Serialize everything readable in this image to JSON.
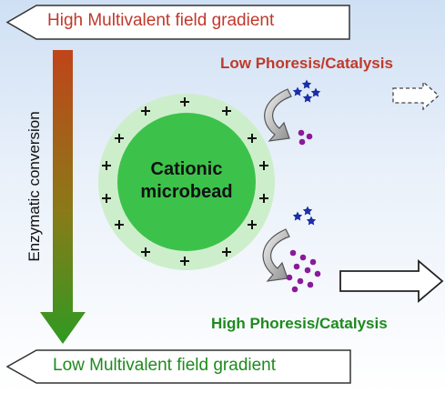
{
  "top_banner": {
    "text": "High Multivalent field gradient",
    "color": "#c0392b"
  },
  "bottom_banner": {
    "text": "Low Multivalent field gradient",
    "color": "#1e8a1e"
  },
  "side_label": "Enzymatic conversion",
  "bead_label": {
    "line1": "Cationic",
    "line2": "microbead"
  },
  "low_phoresis": {
    "text": "Low Phoresis/Catalysis",
    "color": "#c0392b"
  },
  "high_phoresis": {
    "text": "High Phoresis/Catalysis",
    "color": "#1e8a1e"
  },
  "colors": {
    "bead_core": "#3cc24a",
    "bead_halo": "#cdeecb",
    "gradient_top": "#c0441a",
    "gradient_bottom": "#2e8b1e",
    "star": "#1a2ea8",
    "dot": "#8a1a9a"
  }
}
